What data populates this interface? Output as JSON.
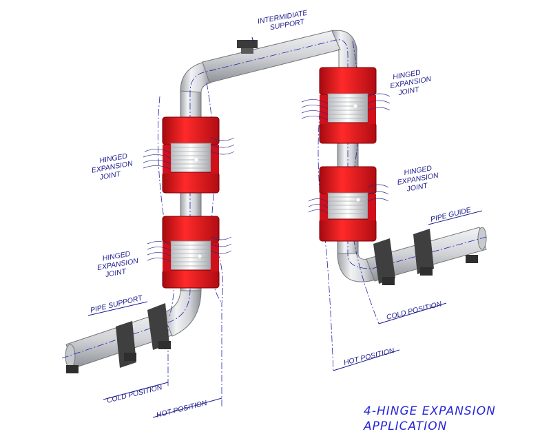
{
  "labels": {
    "intermediate_support": [
      "INTERMIDIATE",
      "SUPPORT"
    ],
    "hinged_joint_upper_left": [
      "HINGED",
      "EXPANSION",
      "JOINT"
    ],
    "hinged_joint_lower_left": [
      "HINGED",
      "EXPANSION",
      "JOINT"
    ],
    "hinged_joint_upper_right": [
      "HINGED",
      "EXPANSION",
      "JOINT"
    ],
    "hinged_joint_lower_right": [
      "HINGED",
      "EXPANSION",
      "JOINT"
    ],
    "pipe_guide": "PIPE GUIDE",
    "pipe_support": "PIPE SUPPORT",
    "cold_position_left": "COLD POSITION",
    "hot_position_left": "HOT POSITION",
    "cold_position_right": "COLD POSITION",
    "hot_position_right": "HOT POSITION"
  },
  "title": [
    "4-HINGE EXPANSION",
    "APPLICATION"
  ],
  "colors": {
    "joint": "#e8141c",
    "pipe": "#d6d8dc",
    "support": "#3a3a3a",
    "annotation": "#1c1c8c",
    "title": "#2626d8"
  }
}
